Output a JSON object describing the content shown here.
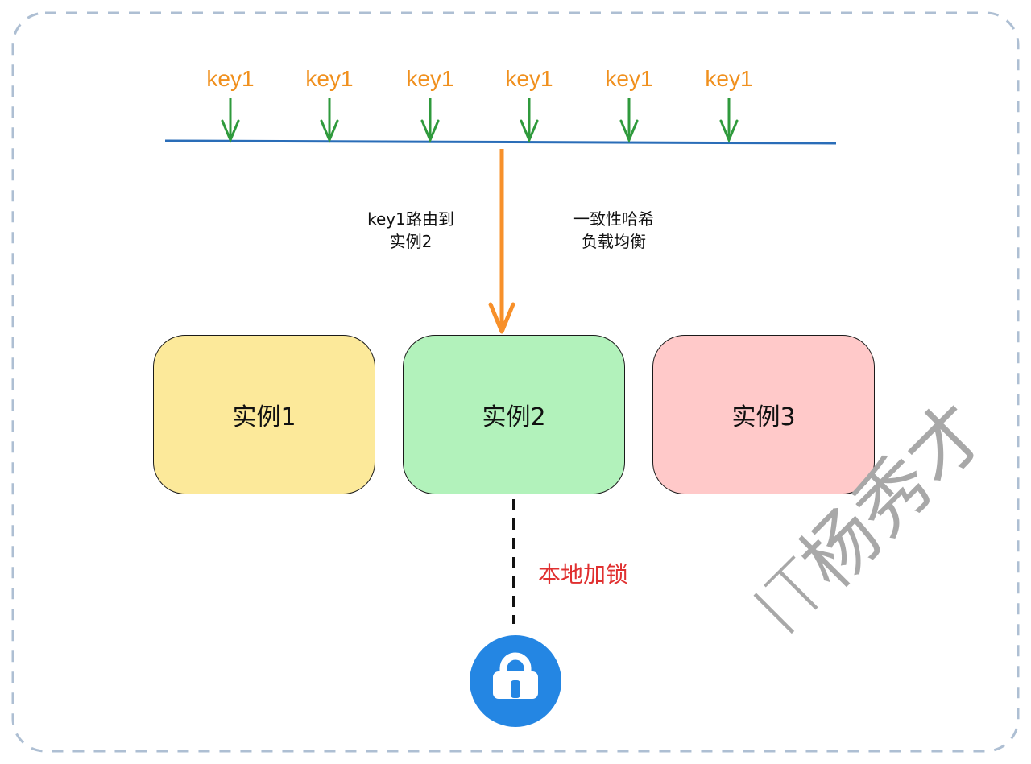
{
  "colors": {
    "frame_border": "#aebfd3",
    "key_text": "#f0901e",
    "key_arrow": "#2f9a3c",
    "ring_line": "#2a6db8",
    "route_arrow": "#f7902a",
    "instance1_fill": "#fce99a",
    "instance2_fill": "#b2f2bb",
    "instance3_fill": "#ffc9c9",
    "lock_label": "#e03030",
    "lock_circle": "#2486e3",
    "watermark": "#a8a8a8"
  },
  "keys": [
    "key1",
    "key1",
    "key1",
    "key1",
    "key1",
    "key1"
  ],
  "notes": {
    "route_line1": "key1路由到",
    "route_line2": "实例2",
    "hash_line1": "一致性哈希",
    "hash_line2": "负载均衡"
  },
  "instances": [
    {
      "label": "实例1"
    },
    {
      "label": "实例2"
    },
    {
      "label": "实例3"
    }
  ],
  "lock": {
    "label": "本地加锁",
    "icon": "lock-icon"
  },
  "watermark": "IT杨秀才"
}
